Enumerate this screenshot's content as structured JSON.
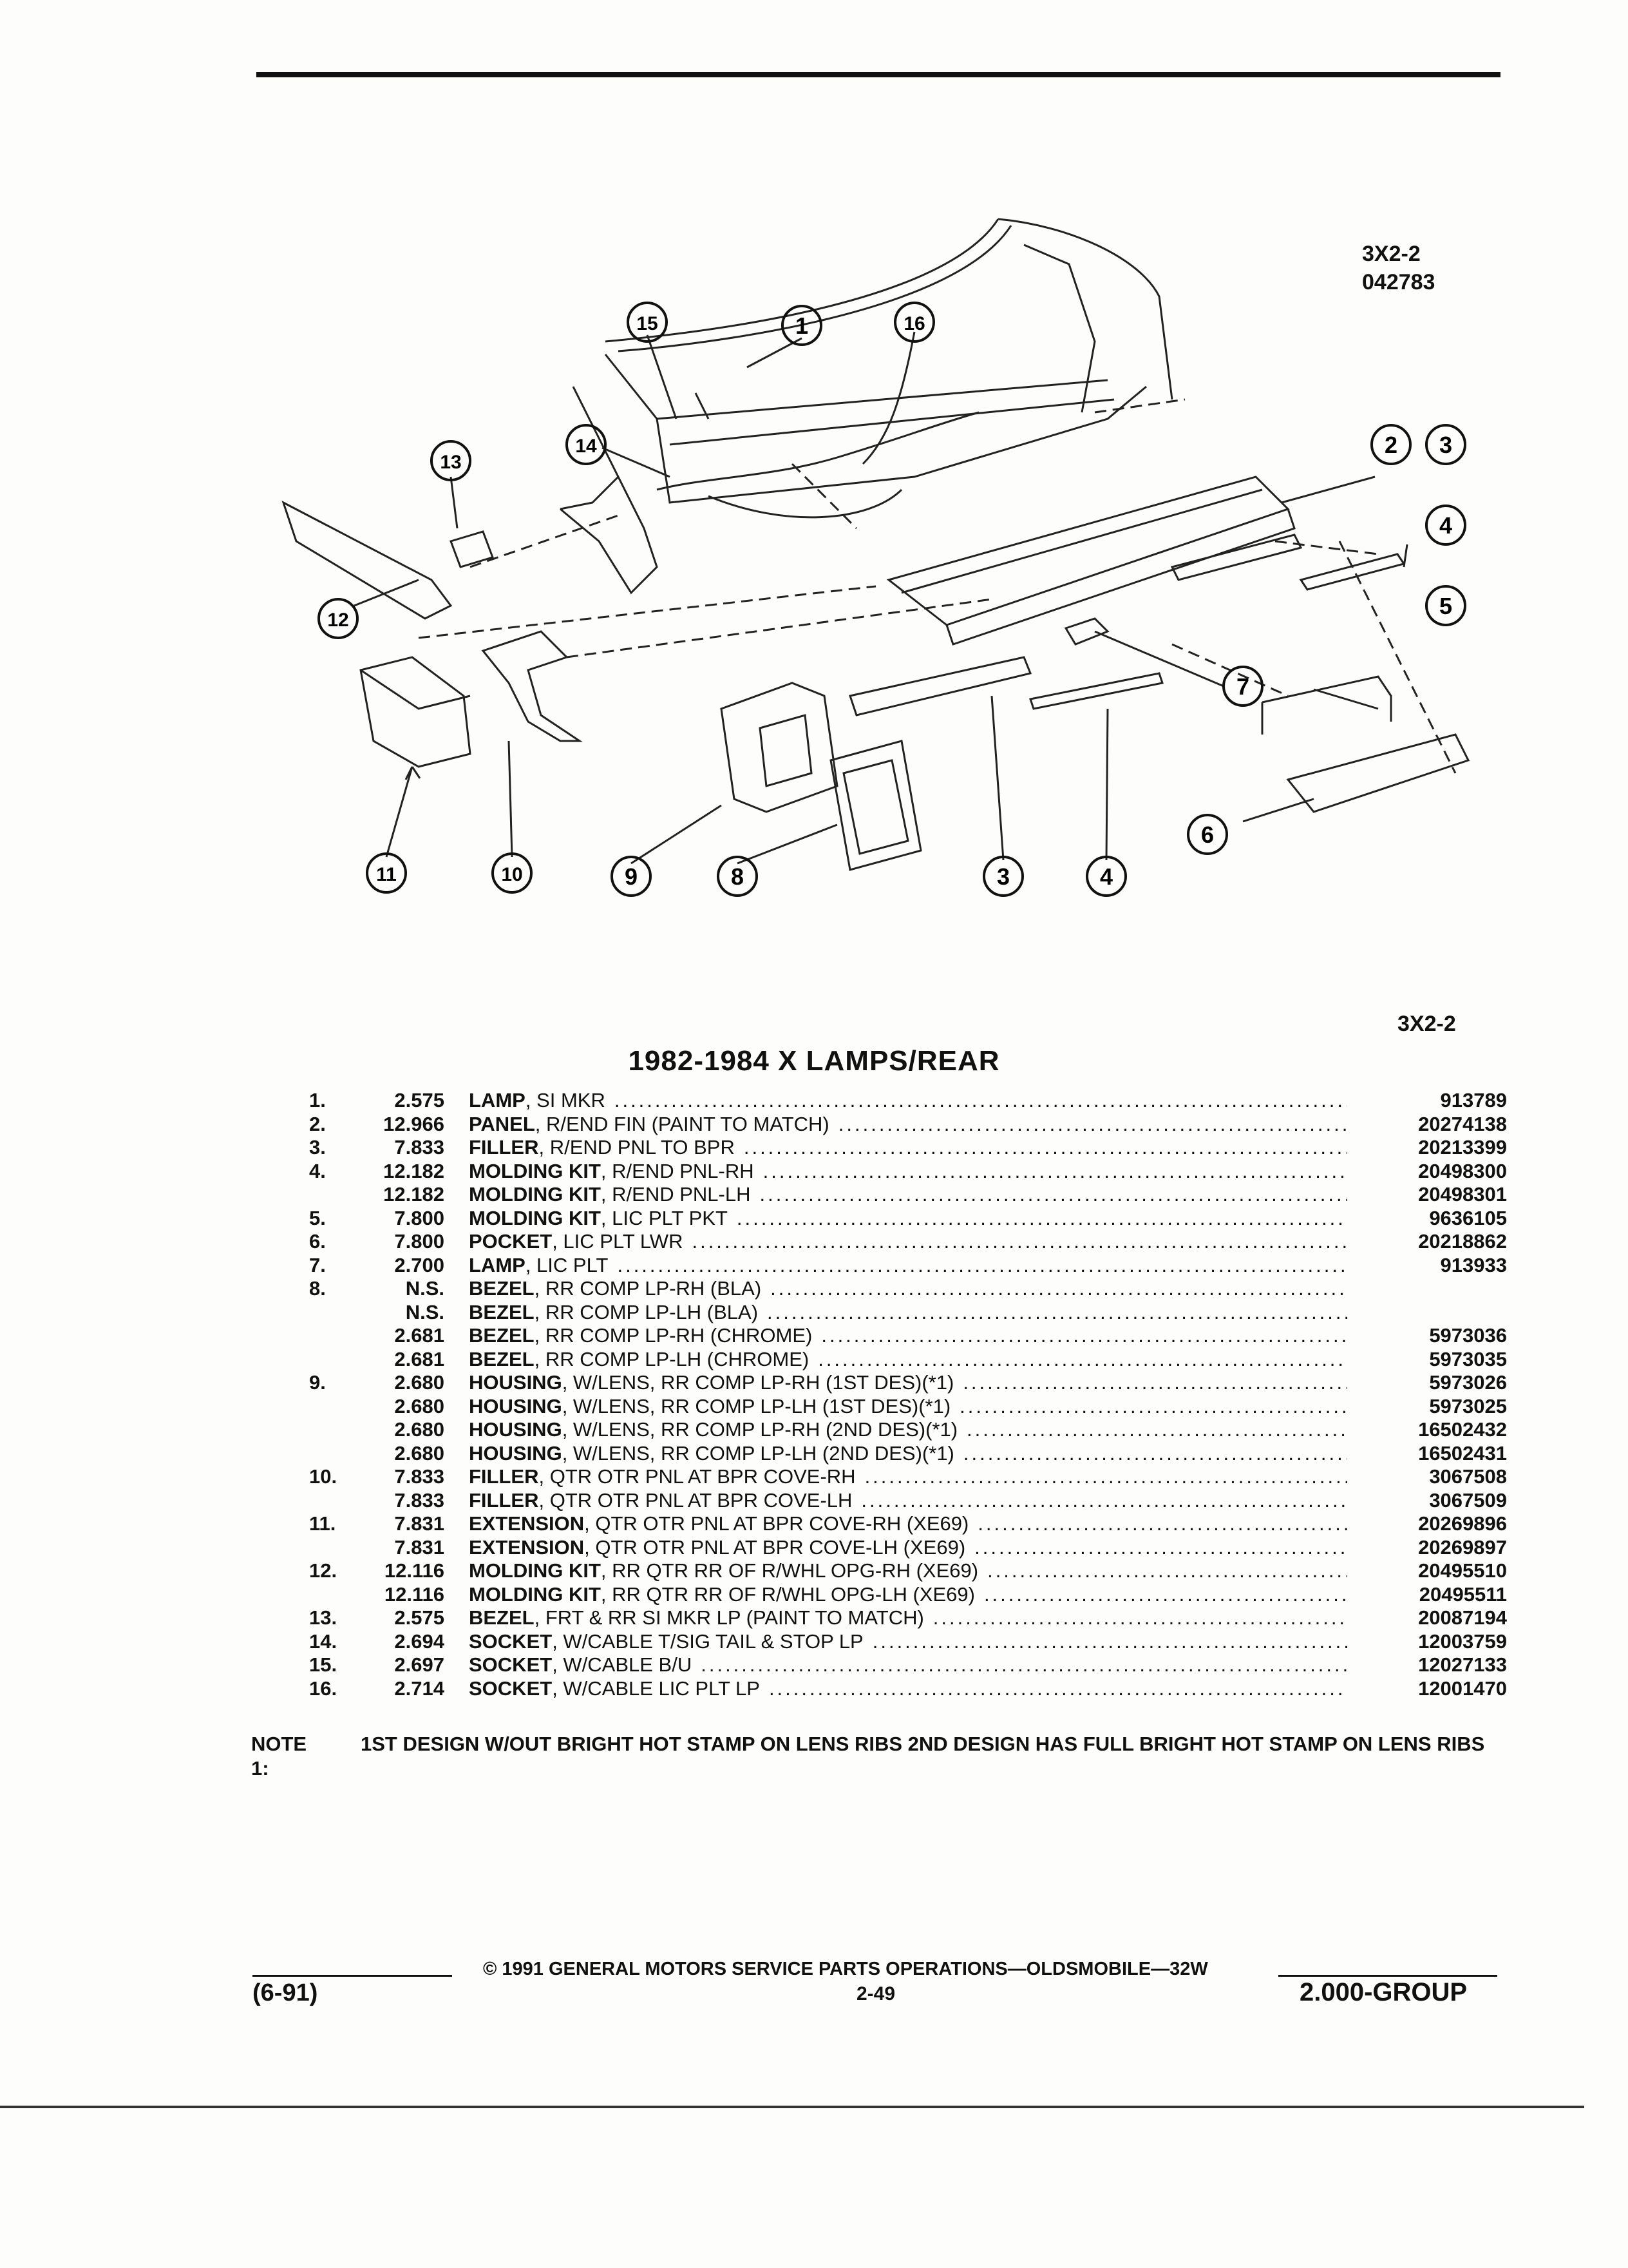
{
  "header": {
    "illustration_code": "3X2-2",
    "illustration_date": "042783"
  },
  "diagram": {
    "callouts": [
      "1",
      "2",
      "3",
      "4",
      "5",
      "6",
      "7",
      "8",
      "9",
      "10",
      "11",
      "12",
      "13",
      "14",
      "15",
      "16",
      "3",
      "4"
    ]
  },
  "section_code": "3X2-2",
  "title": "1982-1984 X LAMPS/REAR",
  "parts": [
    {
      "num": "1.",
      "unit": "2.575",
      "name": "LAMP",
      "detail": ", SI MKR",
      "part_no": "913789"
    },
    {
      "num": "2.",
      "unit": "12.966",
      "name": "PANEL",
      "detail": ", R/END FIN (PAINT TO MATCH)",
      "part_no": "20274138"
    },
    {
      "num": "3.",
      "unit": "7.833",
      "name": "FILLER",
      "detail": ", R/END PNL TO BPR",
      "part_no": "20213399"
    },
    {
      "num": "4.",
      "unit": "12.182",
      "name": "MOLDING KIT",
      "detail": ", R/END PNL-RH",
      "part_no": "20498300"
    },
    {
      "num": "",
      "unit": "12.182",
      "name": "MOLDING KIT",
      "detail": ", R/END PNL-LH",
      "part_no": "20498301"
    },
    {
      "num": "5.",
      "unit": "7.800",
      "name": "MOLDING KIT",
      "detail": ", LIC PLT PKT",
      "part_no": "9636105"
    },
    {
      "num": "6.",
      "unit": "7.800",
      "name": "POCKET",
      "detail": ", LIC PLT LWR",
      "part_no": "20218862"
    },
    {
      "num": "7.",
      "unit": "2.700",
      "name": "LAMP",
      "detail": ", LIC PLT",
      "part_no": "913933"
    },
    {
      "num": "8.",
      "unit": "N.S.",
      "name": "BEZEL",
      "detail": ", RR COMP LP-RH (BLA)",
      "part_no": ""
    },
    {
      "num": "",
      "unit": "N.S.",
      "name": "BEZEL",
      "detail": ", RR COMP LP-LH (BLA)",
      "part_no": ""
    },
    {
      "num": "",
      "unit": "2.681",
      "name": "BEZEL",
      "detail": ", RR COMP LP-RH (CHROME)",
      "part_no": "5973036"
    },
    {
      "num": "",
      "unit": "2.681",
      "name": "BEZEL",
      "detail": ", RR COMP LP-LH (CHROME)",
      "part_no": "5973035"
    },
    {
      "num": "9.",
      "unit": "2.680",
      "name": "HOUSING",
      "detail": ", W/LENS, RR COMP LP-RH (1ST DES)(*1)",
      "part_no": "5973026"
    },
    {
      "num": "",
      "unit": "2.680",
      "name": "HOUSING",
      "detail": ", W/LENS, RR COMP LP-LH (1ST DES)(*1)",
      "part_no": "5973025"
    },
    {
      "num": "",
      "unit": "2.680",
      "name": "HOUSING",
      "detail": ", W/LENS, RR COMP LP-RH (2ND DES)(*1)",
      "part_no": "16502432"
    },
    {
      "num": "",
      "unit": "2.680",
      "name": "HOUSING",
      "detail": ", W/LENS, RR COMP LP-LH (2ND DES)(*1)",
      "part_no": "16502431"
    },
    {
      "num": "10.",
      "unit": "7.833",
      "name": "FILLER",
      "detail": ", QTR OTR PNL AT BPR COVE-RH",
      "part_no": "3067508"
    },
    {
      "num": "",
      "unit": "7.833",
      "name": "FILLER",
      "detail": ", QTR OTR PNL AT BPR COVE-LH",
      "part_no": "3067509"
    },
    {
      "num": "11.",
      "unit": "7.831",
      "name": "EXTENSION",
      "detail": ", QTR OTR PNL AT BPR COVE-RH (XE69)",
      "part_no": "20269896"
    },
    {
      "num": "",
      "unit": "7.831",
      "name": "EXTENSION",
      "detail": ", QTR OTR PNL AT BPR COVE-LH (XE69)",
      "part_no": "20269897"
    },
    {
      "num": "12.",
      "unit": "12.116",
      "name": "MOLDING KIT",
      "detail": ", RR QTR RR OF R/WHL OPG-RH (XE69)",
      "part_no": "20495510"
    },
    {
      "num": "",
      "unit": "12.116",
      "name": "MOLDING KIT",
      "detail": ", RR QTR RR OF R/WHL OPG-LH (XE69)",
      "part_no": "20495511"
    },
    {
      "num": "13.",
      "unit": "2.575",
      "name": "BEZEL",
      "detail": ", FRT & RR SI MKR LP (PAINT TO MATCH)",
      "part_no": "20087194"
    },
    {
      "num": "14.",
      "unit": "2.694",
      "name": "SOCKET",
      "detail": ", W/CABLE T/SIG TAIL & STOP LP",
      "part_no": "12003759"
    },
    {
      "num": "15.",
      "unit": "2.697",
      "name": "SOCKET",
      "detail": ", W/CABLE B/U",
      "part_no": "12027133"
    },
    {
      "num": "16.",
      "unit": "2.714",
      "name": "SOCKET",
      "detail": ", W/CABLE LIC PLT LP",
      "part_no": "12001470"
    }
  ],
  "note": {
    "label": "NOTE  1:",
    "text": "1ST DESIGN W/OUT BRIGHT HOT STAMP ON LENS RIBS 2ND DESIGN HAS FULL BRIGHT HOT STAMP ON LENS RIBS"
  },
  "footer": {
    "copyright": "© 1991 GENERAL MOTORS SERVICE PARTS OPERATIONS—OLDSMOBILE—32W",
    "date_code": "(6-91)",
    "page": "2-49",
    "group": "2.000-GROUP"
  }
}
